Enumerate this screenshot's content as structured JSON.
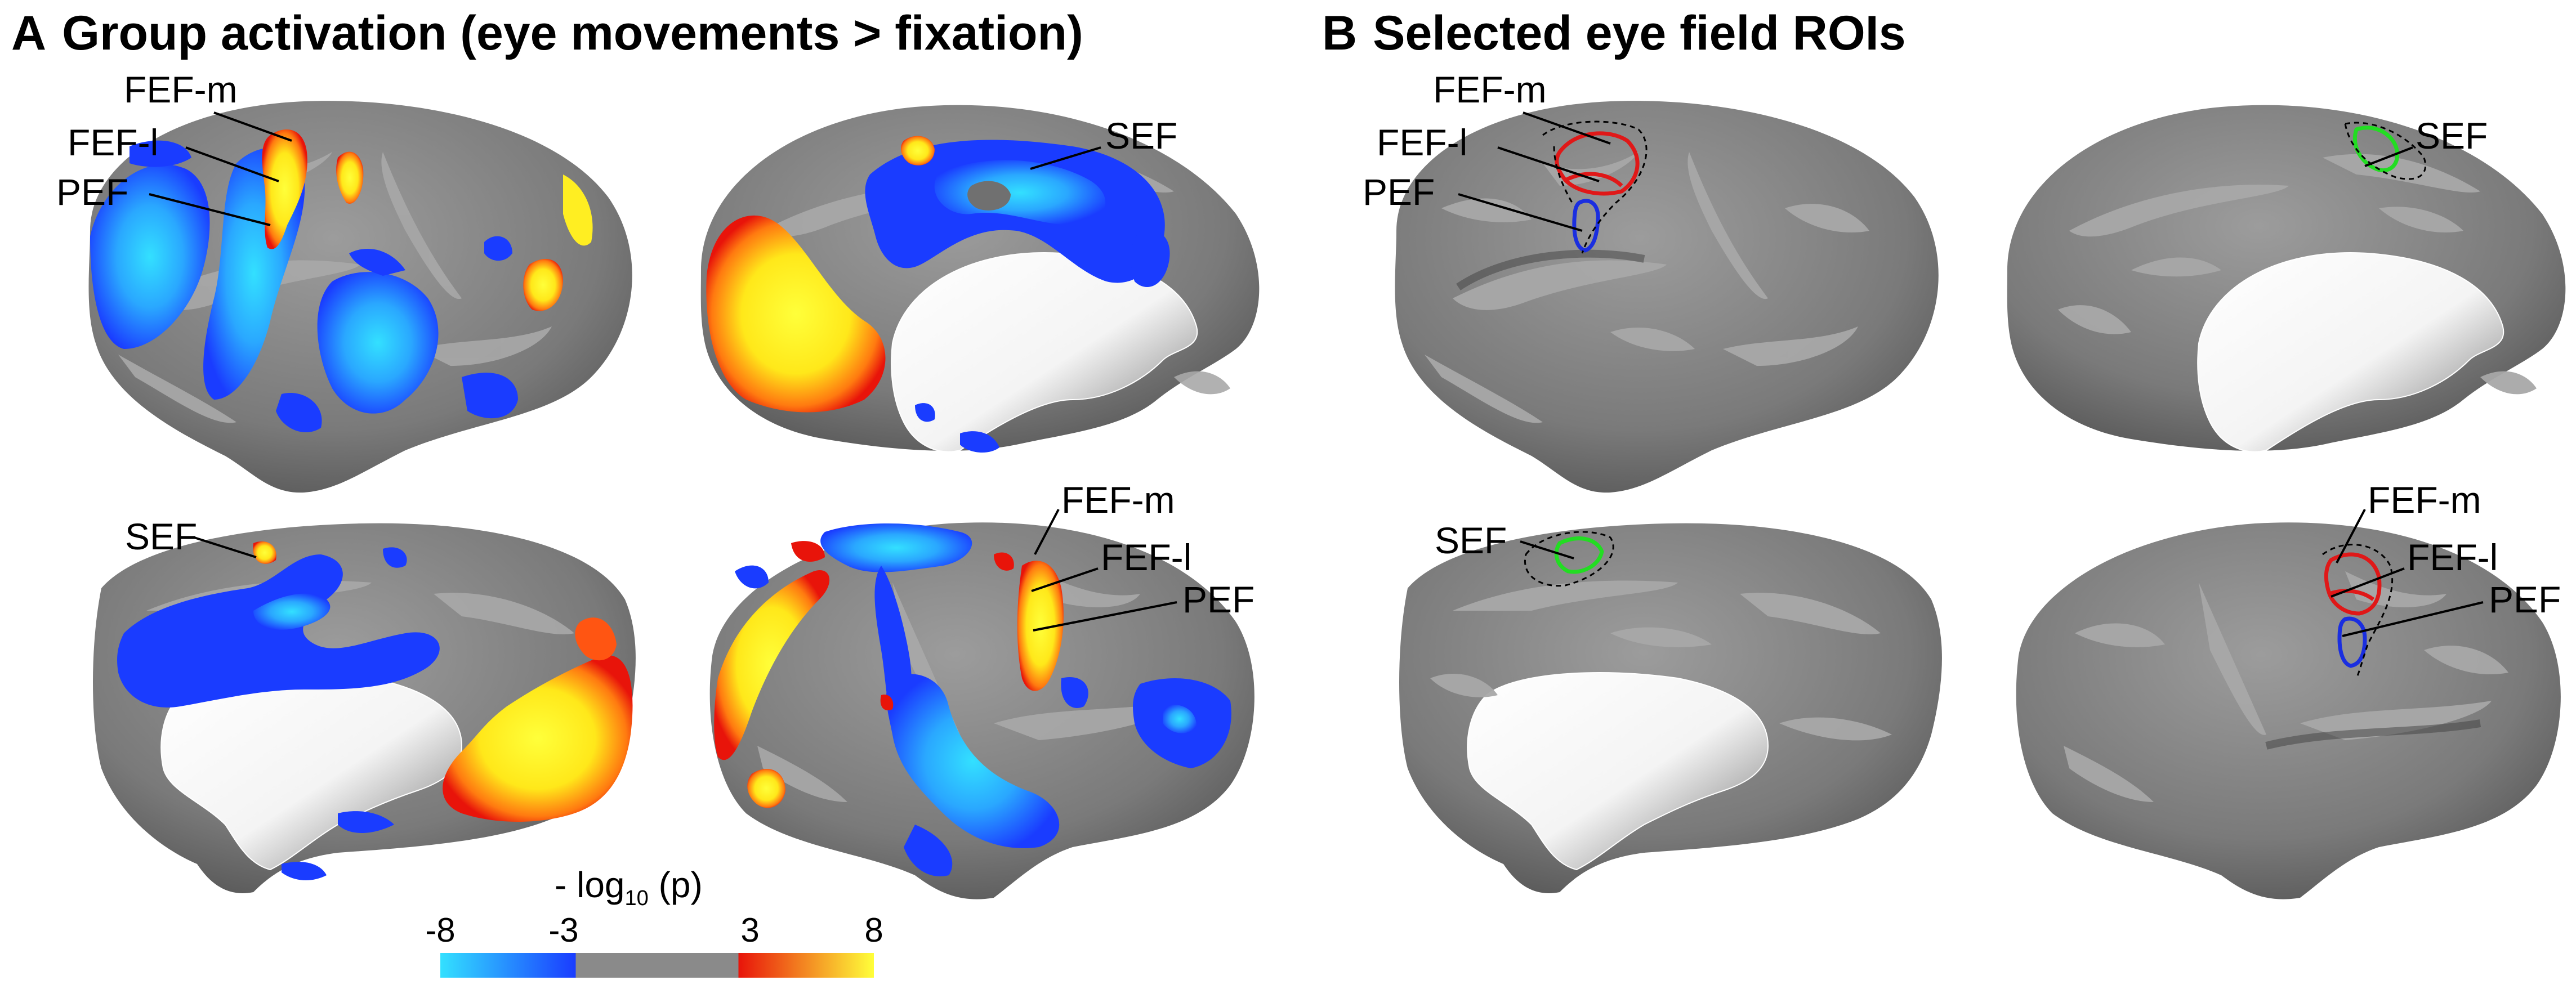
{
  "panel_a": {
    "letter": "A",
    "title": "Group activation (eye movements > fixation)"
  },
  "panel_b": {
    "letter": "B",
    "title": "Selected eye field ROIs"
  },
  "labels": {
    "fef_m": "FEF-m",
    "fef_l": "FEF-l",
    "pef": "PEF",
    "sef": "SEF"
  },
  "colorbar": {
    "title_prefix": "- log",
    "title_sub": "10",
    "title_suffix": " (p)",
    "ticks": [
      "-8",
      "-3",
      "3",
      "8"
    ],
    "stops": [
      {
        "value": -8,
        "color": "#33e0ff"
      },
      {
        "value": -3,
        "color": "#1a3cff"
      },
      {
        "value": -3,
        "color": "#8a8a8a"
      },
      {
        "value": 3,
        "color": "#8a8a8a"
      },
      {
        "value": 3,
        "color": "#e8140a"
      },
      {
        "value": 8,
        "color": "#ffff3a"
      }
    ]
  },
  "colors": {
    "surface_dark": "#767676",
    "surface_light": "#a6a6a6",
    "hot_red": "#e8140a",
    "hot_yellow": "#ffff3a",
    "cold_blue": "#1a3cff",
    "cold_cyan": "#33e0ff",
    "roi_red": "#e01818",
    "roi_blue": "#1a2ee0",
    "roi_green": "#22dd22"
  }
}
